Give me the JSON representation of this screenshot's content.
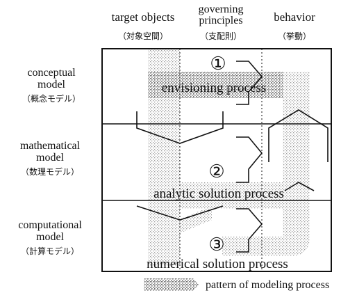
{
  "columns": {
    "target_objects": {
      "en": "target objects",
      "ja": "（対象空間）"
    },
    "governing_principles": {
      "en_line1": "governing",
      "en_line2": "principles",
      "ja": "（支配則）"
    },
    "behavior": {
      "en": "behavior",
      "ja": "（挙動）"
    }
  },
  "rows": {
    "conceptual": {
      "en_line1": "conceptual",
      "en_line2": "model",
      "ja": "（概念モデル）"
    },
    "mathematical": {
      "en_line1": "mathematical",
      "en_line2": "model",
      "ja": "（数理モデル）"
    },
    "computational": {
      "en_line1": "computational",
      "en_line2": "model",
      "ja": "（計算モデル）"
    }
  },
  "processes": {
    "p1": {
      "number": "①",
      "label": "envisioning process"
    },
    "p2": {
      "number": "②",
      "label": "analytic solution process"
    },
    "p3": {
      "number": "③",
      "label": "numerical solution process"
    }
  },
  "legend": {
    "label": "pattern of modeling process"
  }
}
